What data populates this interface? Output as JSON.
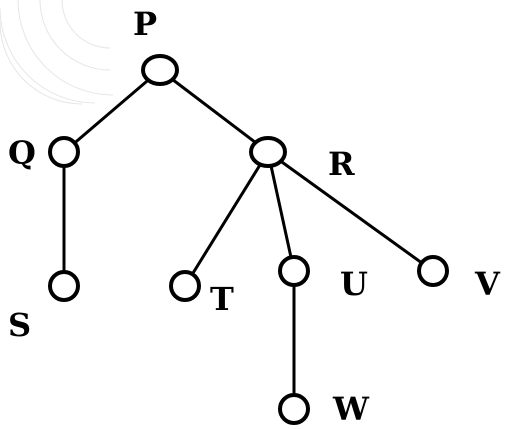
{
  "diagram": {
    "type": "tree",
    "colors": {
      "line": "#000000",
      "node_fill": "#ffffff",
      "background": "#ffffff"
    },
    "nodes": [
      {
        "id": "P",
        "label": "P"
      },
      {
        "id": "Q",
        "label": "Q"
      },
      {
        "id": "R",
        "label": "R"
      },
      {
        "id": "S",
        "label": "S"
      },
      {
        "id": "T",
        "label": "T"
      },
      {
        "id": "U",
        "label": "U"
      },
      {
        "id": "V",
        "label": "V"
      },
      {
        "id": "W",
        "label": "W"
      }
    ],
    "edges": [
      {
        "from": "P",
        "to": "Q"
      },
      {
        "from": "P",
        "to": "R"
      },
      {
        "from": "Q",
        "to": "S"
      },
      {
        "from": "R",
        "to": "T"
      },
      {
        "from": "R",
        "to": "U"
      },
      {
        "from": "R",
        "to": "V"
      },
      {
        "from": "U",
        "to": "W"
      }
    ]
  }
}
